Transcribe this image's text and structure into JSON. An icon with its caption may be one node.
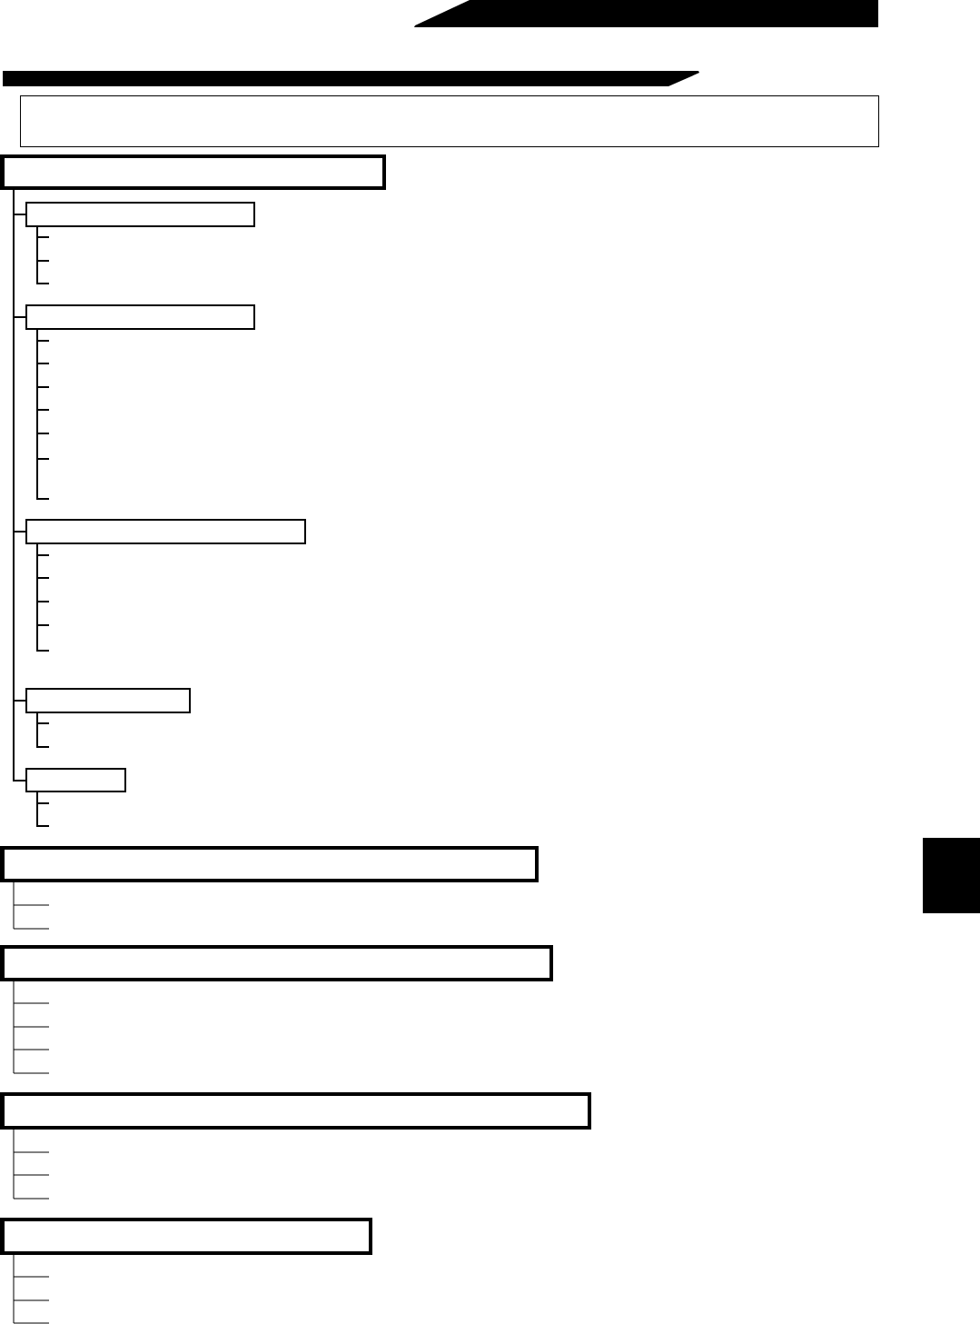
{
  "diagram": {
    "nodes": [
      {
        "text": [],
        "shape": "bar"
      },
      {
        "text": [],
        "shape": "bar"
      },
      {
        "text": [],
        "shape": "box"
      },
      {
        "text": [],
        "shape": "box"
      },
      {
        "text": [],
        "shape": "box"
      },
      {
        "text": [],
        "shape": "box"
      },
      {
        "text": [],
        "shape": "box"
      },
      {
        "text": [],
        "shape": "box"
      },
      {
        "text": [],
        "shape": "box"
      },
      {
        "text": [],
        "shape": "box"
      },
      {
        "text": [],
        "shape": "box"
      },
      {
        "text": [],
        "shape": "box"
      },
      {
        "text": [],
        "shape": "box"
      },
      {
        "text": [],
        "shape": "box"
      }
    ],
    "edges": [
      {
        "from": 3,
        "to": 4,
        "arrow": "none"
      },
      {
        "from": 4,
        "to": null,
        "arrow": "none"
      },
      {
        "from": 3,
        "to": 5,
        "arrow": "none"
      },
      {
        "from": 5,
        "to": null,
        "arrow": "none"
      },
      {
        "from": 3,
        "to": 6,
        "arrow": "none"
      },
      {
        "from": 6,
        "to": null,
        "arrow": "none"
      },
      {
        "from": 3,
        "to": 7,
        "arrow": "none"
      },
      {
        "from": 7,
        "to": null,
        "arrow": "none"
      },
      {
        "from": 3,
        "to": 8,
        "arrow": "none"
      },
      {
        "from": 8,
        "to": null,
        "arrow": "none"
      },
      {
        "from": 10,
        "to": null,
        "arrow": "none"
      },
      {
        "from": 11,
        "to": null,
        "arrow": "none"
      },
      {
        "from": 12,
        "to": null,
        "arrow": "none"
      },
      {
        "from": 13,
        "to": null,
        "arrow": "none"
      }
    ]
  }
}
